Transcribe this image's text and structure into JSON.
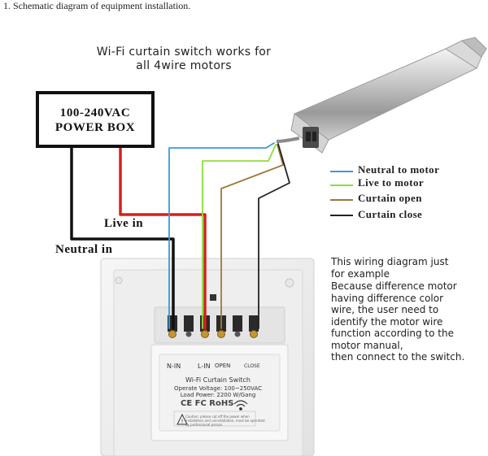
{
  "step_title": "1.   Schematic diagram of equipment installation.",
  "heading": {
    "line1": "Wi-Fi curtain switch works for",
    "line2": "all 4wire motors"
  },
  "power_box": {
    "line1": "100-240VAC",
    "line2": "POWER BOX"
  },
  "wire_labels": {
    "live": "Live in",
    "neutral": "Neutral in"
  },
  "legend": [
    {
      "label": "Neutral to motor",
      "color": "#3a9ad9"
    },
    {
      "label": "Live to motor",
      "color": "#8edc3c"
    },
    {
      "label": "Curtain open",
      "color": "#9b7a3a"
    },
    {
      "label": "Curtain close",
      "color": "#222222"
    }
  ],
  "wire_colors": {
    "live_in": "#d42020",
    "neutral_in": "#111111"
  },
  "note": {
    "line1": "This wiring diagram just",
    "line2": "for example",
    "line3": "Because difference motor",
    "line4": "having difference color",
    "line5": "wire, the user need to",
    "line6": "identify the motor wire",
    "line7": "function according to the",
    "line8": "motor manual,",
    "line9": "then connect to the switch."
  },
  "panel": {
    "n_in": "N-IN",
    "l_in": "L-IN",
    "open": "OPEN",
    "close": "CLOSE",
    "title": "Wi-Fi  Curtain Switch",
    "voltage": "Operate Voltage: 100~250VAC",
    "load": "Load Power: 2200 W/Gang",
    "certs": "CE FC RoHS",
    "caution": "Caution: please cut off the power when installation and uninstallation, must be operated by professional person"
  }
}
